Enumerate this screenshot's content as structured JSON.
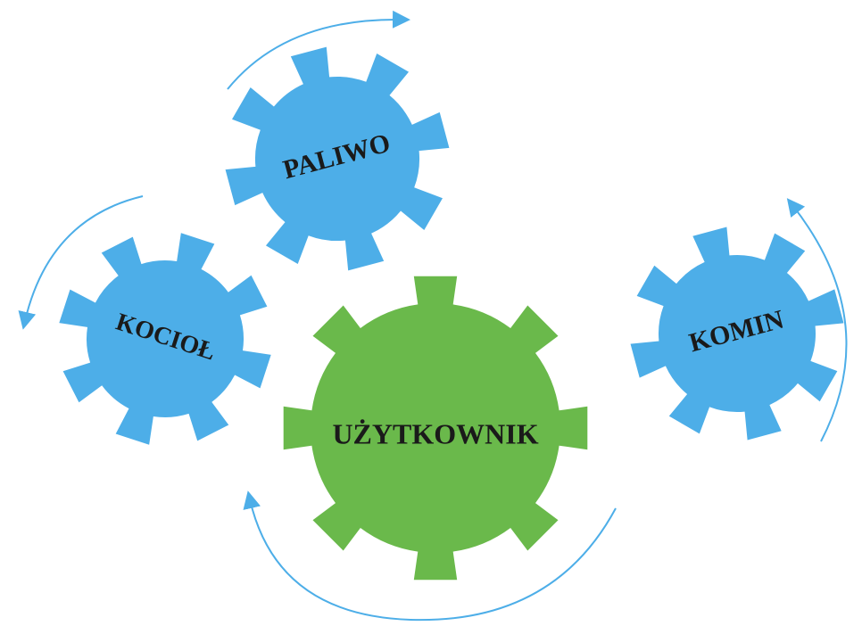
{
  "diagram": {
    "gears": {
      "paliwo": {
        "label": "PALIWO",
        "color": "#4daee8"
      },
      "kociol": {
        "label": "KOCIOŁ",
        "color": "#4daee8"
      },
      "komin": {
        "label": "KOMIN",
        "color": "#4daee8"
      },
      "uzytkownik": {
        "label": "UŻYTKOWNIK",
        "color": "#6ab94b"
      }
    },
    "arrow_color": "#4daee8"
  }
}
